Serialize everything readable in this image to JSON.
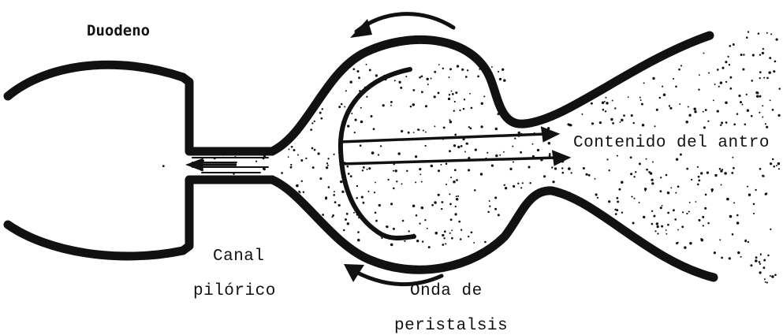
{
  "labels": {
    "duodeno": "Duodeno",
    "contenido": "Contenido del antro",
    "canal": "Canal",
    "pilorico": "pilórico",
    "onda": "Onda de",
    "peristalsis": "peristalsis"
  },
  "colors": {
    "ink": "#111111",
    "background": "#ffffff"
  }
}
